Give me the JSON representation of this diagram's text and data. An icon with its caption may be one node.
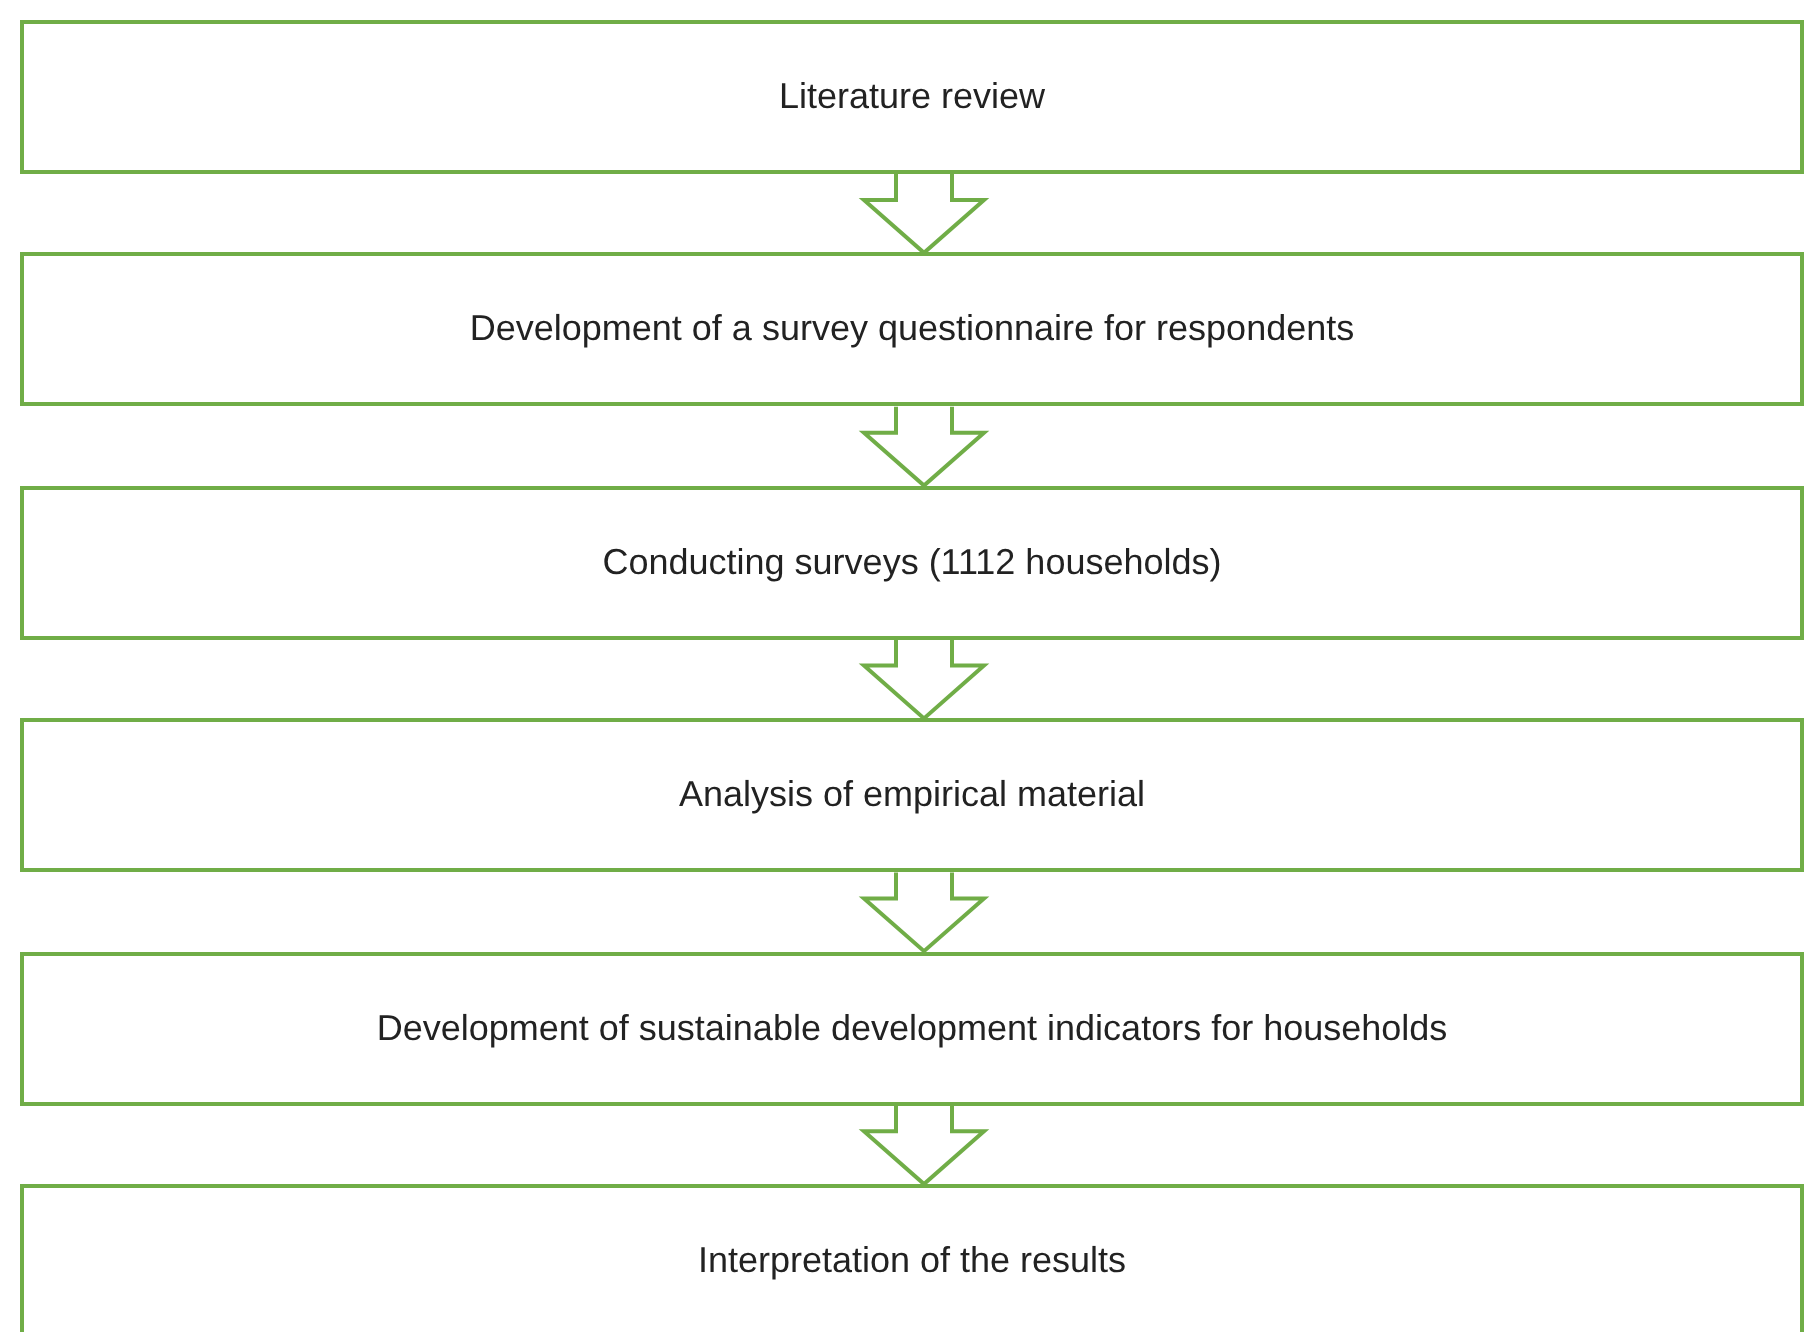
{
  "diagram": {
    "nodes": [
      {
        "text": [
          "Literature review"
        ]
      },
      {
        "text": [
          "Development of a survey questionnaire for respondents"
        ]
      },
      {
        "text": [
          "Conducting surveys (1112 households)"
        ]
      },
      {
        "text": [
          "Analysis of empirical material"
        ]
      },
      {
        "text": [
          "Development of sustainable development indicators for households"
        ]
      },
      {
        "text": [
          "Interpretation of the results"
        ]
      }
    ],
    "edges": [
      {
        "from": 0,
        "to": 1,
        "arrow": "to"
      },
      {
        "from": 1,
        "to": 2,
        "arrow": "to"
      },
      {
        "from": 2,
        "to": 3,
        "arrow": "to"
      },
      {
        "from": 3,
        "to": 4,
        "arrow": "to"
      },
      {
        "from": 4,
        "to": 5,
        "arrow": "to"
      }
    ]
  }
}
